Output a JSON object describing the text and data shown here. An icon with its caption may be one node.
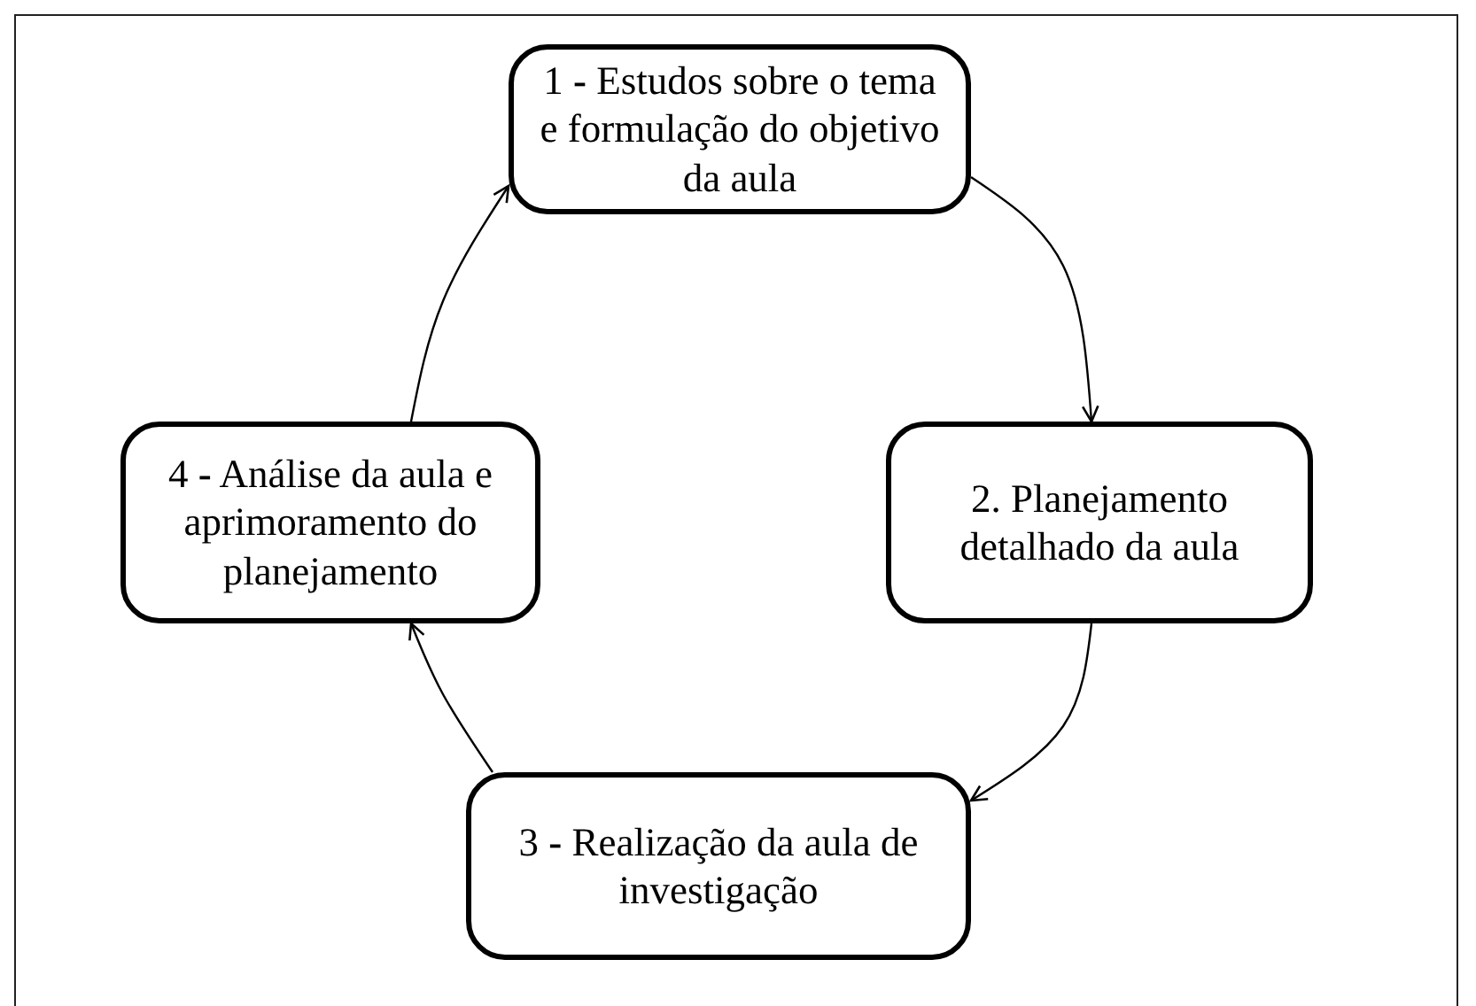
{
  "diagram": {
    "nodes": [
      {
        "text": [
          "1 **-** Estudos sobre o tema e formulação do objetivo da aula"
        ]
      },
      {
        "text": [
          "2. Planejamento detalhado da aula"
        ]
      },
      {
        "text": [
          "3 **-** Realização da aula de investigação"
        ]
      },
      {
        "text": [
          "4 **-** Análise da aula e aprimoramento do planejamento"
        ]
      }
    ],
    "edges": [
      {
        "from": 0,
        "to": 1,
        "arrow": "to"
      },
      {
        "from": 1,
        "to": 2,
        "arrow": "to"
      },
      {
        "from": 2,
        "to": 3,
        "arrow": "to"
      },
      {
        "from": 3,
        "to": 0,
        "arrow": "to"
      }
    ]
  }
}
